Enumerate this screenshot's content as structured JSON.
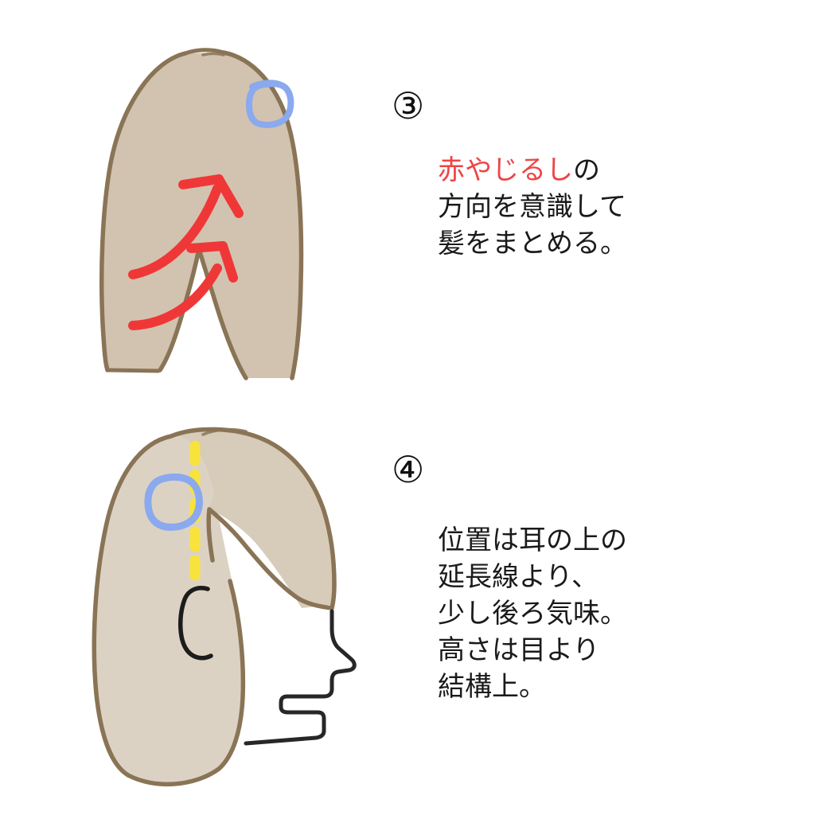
{
  "page": {
    "background_color": "#ffffff",
    "title": "髪をまとめる位置の解説図",
    "language": "ja"
  },
  "palette": {
    "hair_fill": "#d2c3b0",
    "hair_fill_light": "#dcd2c4",
    "hair_outline": "#8a7456",
    "marker_blue": "#8aa9ee",
    "arrow_red": "#f03737",
    "guide_yellow": "#f7e33c",
    "face_outline": "#222222",
    "text_black": "#1a1a1a",
    "text_red": "#ee4444"
  },
  "panels": [
    {
      "id": "panel-3",
      "step_number": "③",
      "illustration": {
        "name": "back-of-head-illustration",
        "view": "back",
        "description": "後頭部の髪。青い丸印と赤いやじるし二本。",
        "annotations": [
          {
            "type": "marker-circle",
            "color": "#8aa9ee",
            "name": "blue-position-marker"
          },
          {
            "type": "arrow",
            "color": "#f03737",
            "name": "red-arrow-upper",
            "direction": "up-right"
          },
          {
            "type": "arrow",
            "color": "#f03737",
            "name": "red-arrow-lower",
            "direction": "up-right"
          }
        ]
      },
      "text_lines": [
        {
          "text": "赤やじるし",
          "color": "#ee4444"
        },
        {
          "text": "の",
          "color": "#1a1a1a"
        }
      ],
      "body": "赤やじるしの\n方向を意識して\n髪をまとめる。",
      "body_line1_red": "赤やじるし",
      "body_line1_rest": "の",
      "body_line2": "方向を意識して",
      "body_line3": "髪をまとめる。"
    },
    {
      "id": "panel-4",
      "step_number": "④",
      "illustration": {
        "name": "side-profile-illustration",
        "view": "side-profile-right",
        "description": "横顔。耳の上から頭頂への黄色い点線と青い丸印。",
        "annotations": [
          {
            "type": "marker-circle",
            "color": "#8aa9ee",
            "name": "blue-position-marker"
          },
          {
            "type": "dashed-guide-line",
            "color": "#f7e33c",
            "name": "yellow-ear-extension-line"
          },
          {
            "type": "ear",
            "color": "#222222",
            "name": "ear-outline"
          }
        ]
      },
      "body": "位置は耳の上の\n延長線より、\n少し後ろ気味。\n高さは目より\n結構上。",
      "body_line1": "位置は耳の上の",
      "body_line2": "延長線より、",
      "body_line3": "少し後ろ気味。",
      "body_line4": "高さは目より",
      "body_line5": "結構上。"
    }
  ]
}
